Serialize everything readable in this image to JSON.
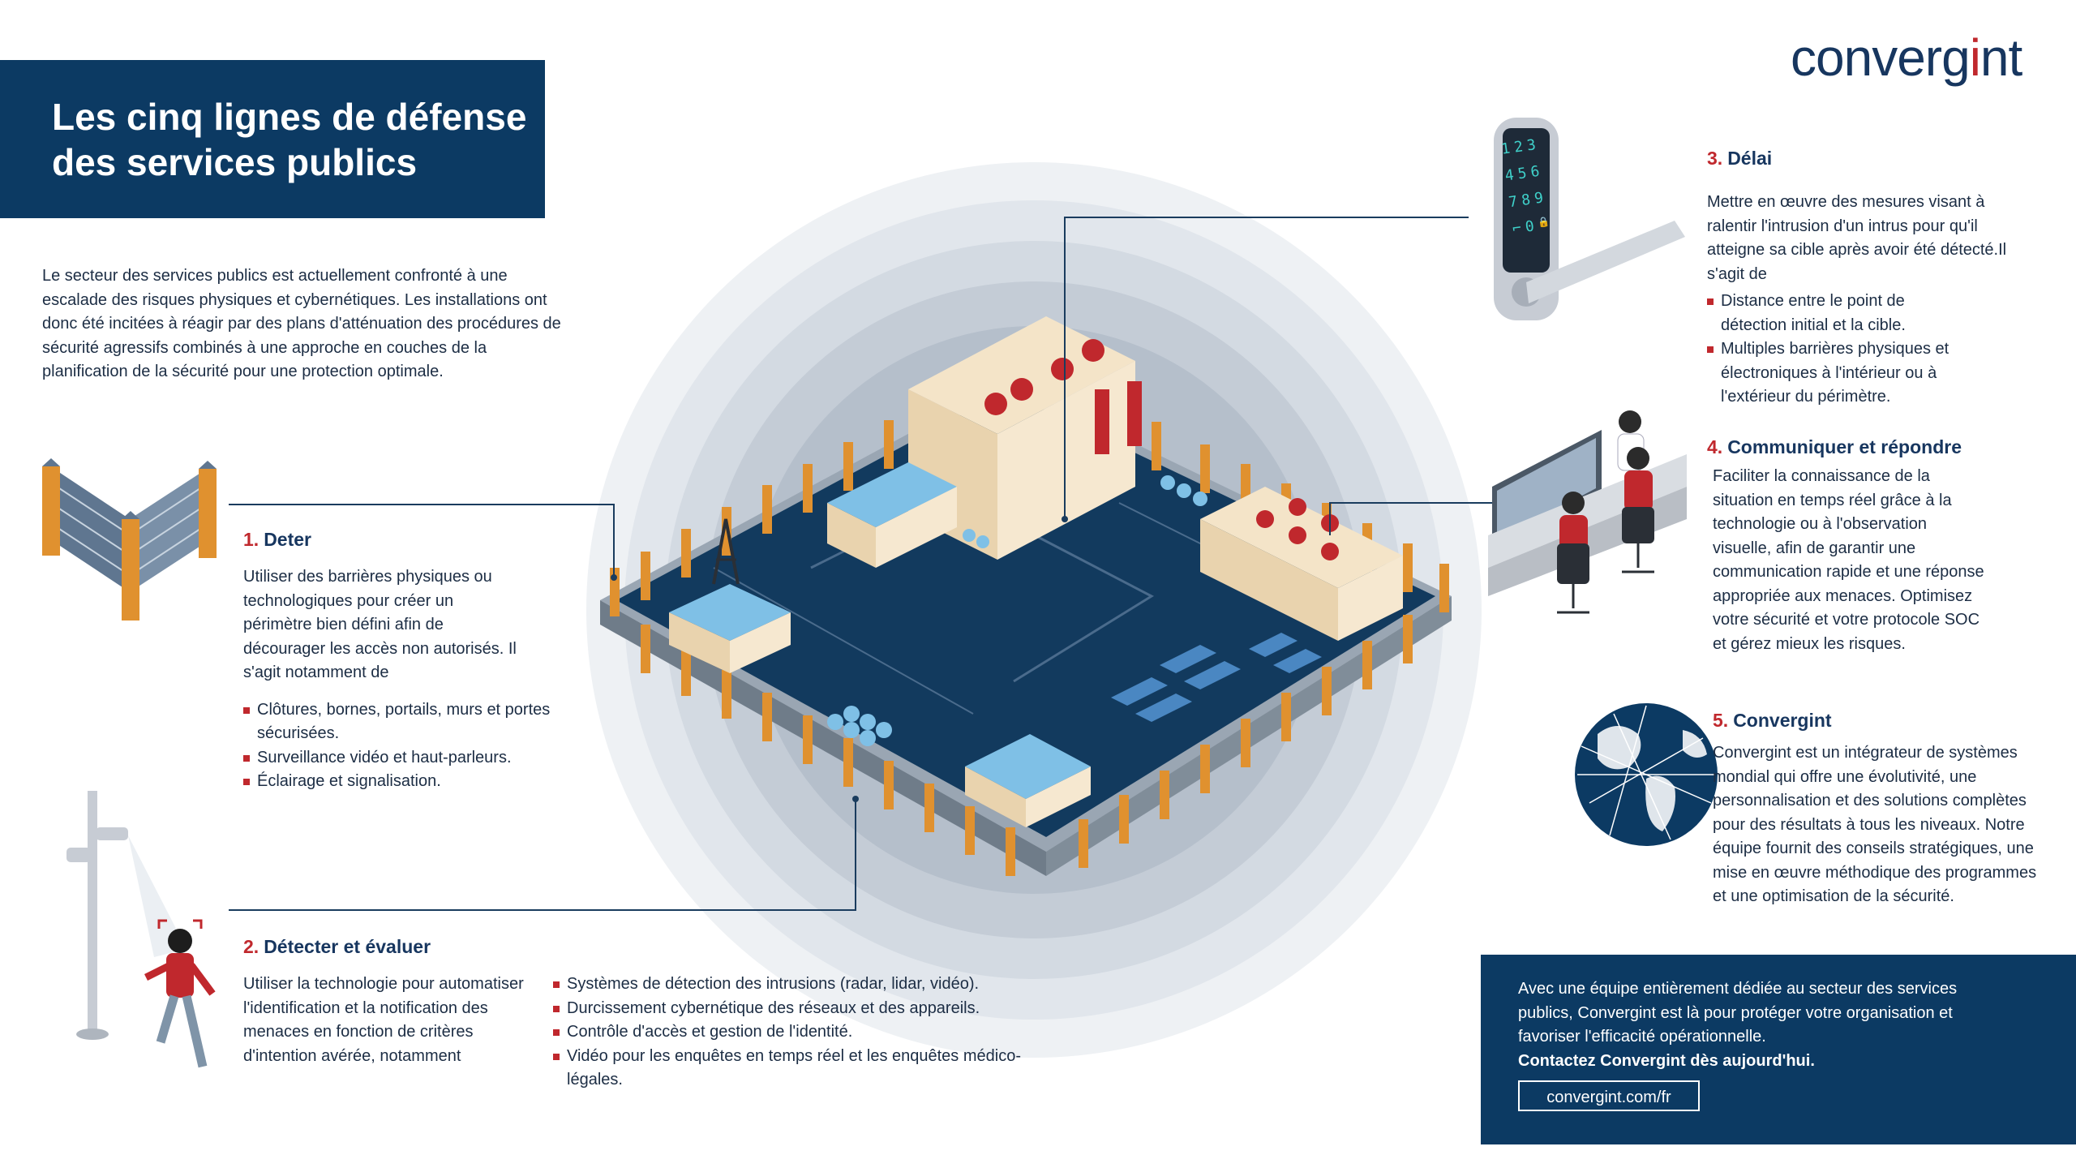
{
  "title": "Les cinq lignes de défense des services publics",
  "logo": {
    "before": "converg",
    "dot": "i",
    "after": "nt"
  },
  "intro": "Le secteur des services publics est actuellement confronté à une escalade des risques physiques et cybernétiques. Les installations ont donc été incitées à réagir par des plans d'atténuation des procédures de sécurité agressifs combinés à une approche en couches de la planification de la sécurité pour une protection optimale.",
  "sections": {
    "deter": {
      "num": "1.",
      "title": "Deter",
      "text": "Utiliser des barrières physiques ou technologiques pour créer un périmètre bien défini afin de décourager les accès non autorisés. Il s'agit notamment de",
      "bullets": [
        "Clôtures, bornes, portails, murs et portes sécurisées.",
        "Surveillance vidéo et haut-parleurs.",
        "Éclairage et signalisation."
      ]
    },
    "detect": {
      "num": "2.",
      "title": "Détecter et évaluer",
      "text": "Utiliser la technologie pour automatiser l'identification et la notification des menaces en fonction de critères d'intention avérée, notamment",
      "bullets": [
        "Systèmes de détection des intrusions (radar, lidar, vidéo).",
        "Durcissement cybernétique des réseaux et des appareils.",
        "Contrôle d'accès et gestion de l'identité.",
        "Vidéo pour les enquêtes en temps réel et les enquêtes médico-légales."
      ]
    },
    "delay": {
      "num": "3.",
      "title": "Délai",
      "text": "Mettre en œuvre des mesures visant à ralentir l'intrusion d'un intrus pour qu'il atteigne sa cible après avoir été détecté.Il s'agit de",
      "bullets": [
        "Distance entre le point de détection initial et la cible.",
        "Multiples barrières physiques et électroniques à l'intérieur ou à l'extérieur du périmètre."
      ]
    },
    "respond": {
      "num": "4.",
      "title": "Communiquer et répondre",
      "text": "Faciliter la connaissance de la situation en temps réel grâce à la technologie ou à l'observation visuelle, afin de garantir une communication rapide et une réponse appropriée aux menaces. Optimisez votre sécurité et votre protocole SOC et gérez mieux les risques."
    },
    "convergint": {
      "num": "5.",
      "title": "Convergint",
      "text": "Convergint est un intégrateur de systèmes mondial qui offre une évolutivité, une personnalisation et des solutions complètes pour des résultats à tous les niveaux. Notre équipe fournit des conseils stratégiques, une mise en œuvre méthodique des programmes et une optimisation de la sécurité."
    }
  },
  "keypad": [
    "1",
    "2",
    "3",
    "4",
    "5",
    "6",
    "7",
    "8",
    "9",
    "⌐",
    "0",
    "🔒"
  ],
  "contact": {
    "text": "Avec une équipe entièrement dédiée au secteur des services publics, Convergint est là pour protéger votre organisation et favoriser l'efficacité opérationnelle.",
    "cta": "Contactez Convergint dès aujourd'hui.",
    "link": "convergint.com/fr"
  },
  "colors": {
    "navy": "#0c3a63",
    "accent": "#c0282d",
    "facility_ground": "#123a5e"
  }
}
